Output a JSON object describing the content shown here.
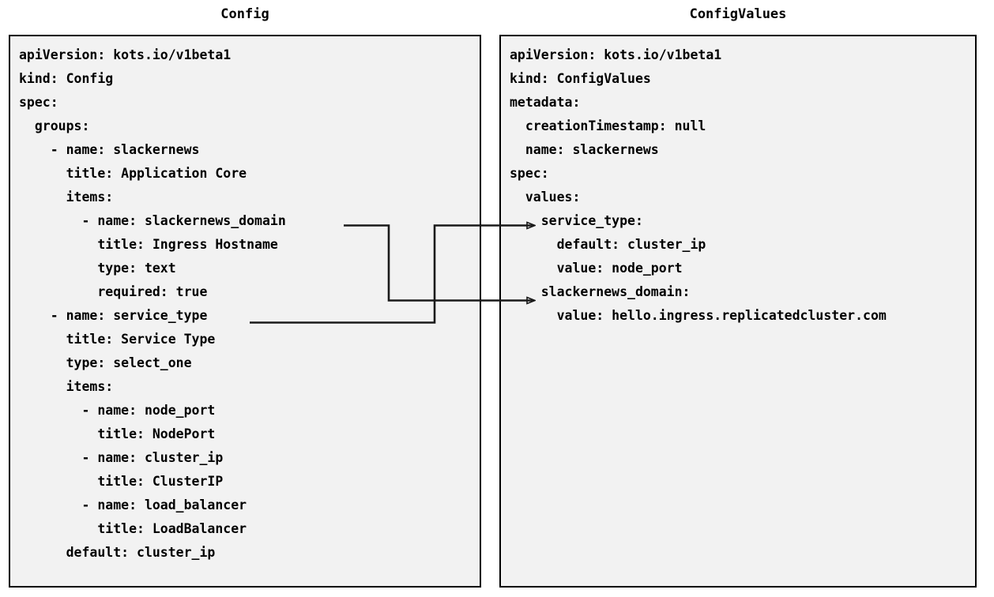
{
  "diagram": {
    "type": "yaml-mapping-diagram",
    "background_color": "#ffffff",
    "panel_fill": "#f2f2f2",
    "panel_border_color": "#000000",
    "connector_color": "#1a1a1a",
    "text_color": "#000000"
  },
  "left_panel": {
    "title": "Config",
    "lines": [
      "apiVersion: kots.io/v1beta1",
      "kind: Config",
      "spec:",
      "  groups:",
      "    - name: slackernews",
      "      title: Application Core",
      "      items:",
      "        - name: slackernews_domain",
      "          title: Ingress Hostname",
      "          type: text",
      "          required: true",
      "    - name: service_type",
      "      title: Service Type",
      "      type: select_one",
      "      items:",
      "        - name: node_port",
      "          title: NodePort",
      "        - name: cluster_ip",
      "          title: ClusterIP",
      "        - name: load_balancer",
      "          title: LoadBalancer",
      "      default: cluster_ip"
    ]
  },
  "right_panel": {
    "title": "ConfigValues",
    "lines": [
      "apiVersion: kots.io/v1beta1",
      "kind: ConfigValues",
      "metadata:",
      "  creationTimestamp: null",
      "  name: slackernews",
      "spec:",
      "  values:",
      "    service_type:",
      "      default: cluster_ip",
      "      value: node_port",
      "    slackernews_domain:",
      "      value: hello.ingress.replicatedcluster.com"
    ]
  },
  "connectors": [
    {
      "id": "slackernews-domain-link",
      "from_label": "slackernews_domain",
      "to_label": "slackernews_domain:",
      "from_panel": "Config",
      "to_panel": "ConfigValues",
      "arrowhead": "open-triangle"
    },
    {
      "id": "service-type-link",
      "from_label": "service_type",
      "to_label": "service_type:",
      "from_panel": "Config",
      "to_panel": "ConfigValues",
      "arrowhead": "open-triangle"
    }
  ]
}
